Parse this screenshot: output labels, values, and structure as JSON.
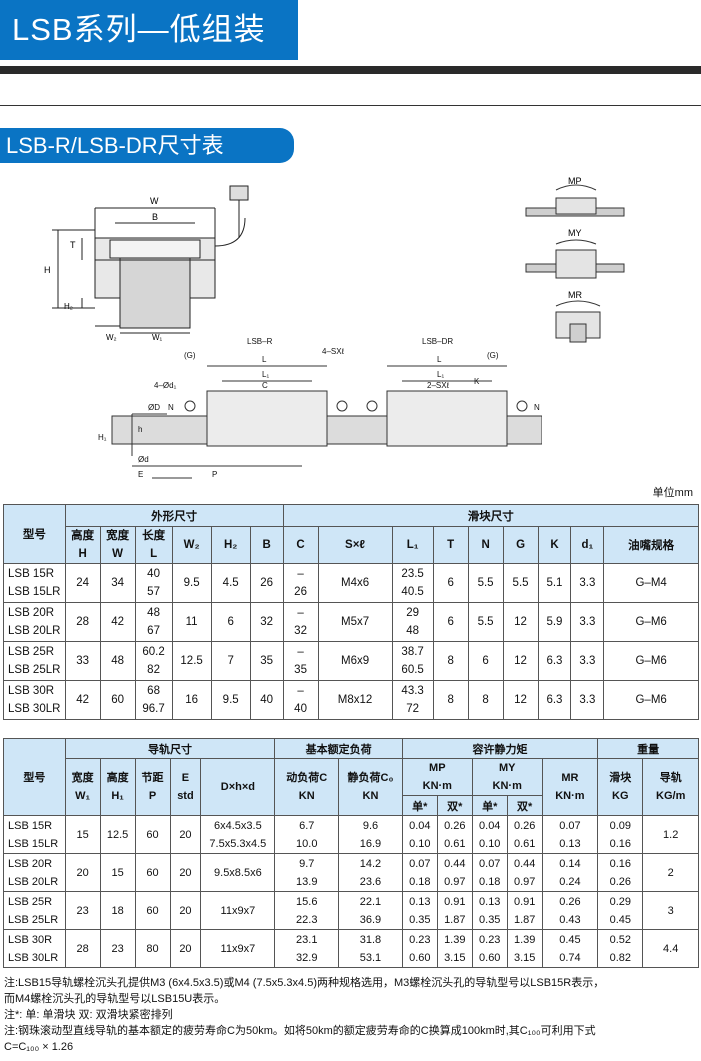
{
  "header": {
    "title": "LSB系列—低组装",
    "subtitle": "LSB-R/LSB-DR尺寸表"
  },
  "unit": "单位mm",
  "diagram": {
    "labels": {
      "W": "W",
      "B": "B",
      "T": "T",
      "H": "H",
      "H2": "H₂",
      "W2": "W₂",
      "W1": "W₁",
      "lsb_r": "LSB–R",
      "lsb_dr": "LSB–DR",
      "G1": "(G)",
      "G2": "(G)",
      "L1": "L",
      "L2": "L",
      "C": "C",
      "L1a": "L₁",
      "L1b": "L₁",
      "sx4": "4–SXℓ",
      "sx2": "2–SXℓ",
      "K": "K",
      "d1": "4–Ød₁",
      "N1": "N",
      "N2": "N",
      "D": "ØD",
      "h": "h",
      "H1": "H₁",
      "d": "Ød",
      "E": "E",
      "P": "P"
    },
    "moments": {
      "mp": "MP",
      "my": "MY",
      "mr": "MR"
    }
  },
  "table1": {
    "head": {
      "model": "型号",
      "outer": "外形尺寸",
      "block": "滑块尺寸",
      "h_height": "高度",
      "h_height2": "H",
      "h_width": "宽度",
      "h_width2": "W",
      "h_len": "长度",
      "h_len2": "L",
      "w2": "W₂",
      "h2": "H₂",
      "b": "B",
      "c": "C",
      "sxl": "S×ℓ",
      "l1": "L₁",
      "t": "T",
      "n": "N",
      "g": "G",
      "k": "K",
      "d1": "d₁",
      "grease": "油嘴规格"
    },
    "rows": [
      {
        "m1": "LSB 15R",
        "m2": "LSB 15LR",
        "h": "24",
        "w": "34",
        "l1": "40",
        "l2": "57",
        "w2": "9.5",
        "h2": "4.5",
        "b": "26",
        "c1": "–",
        "c2": "26",
        "sx": "M4x6",
        "la": "23.5",
        "lb": "40.5",
        "t": "6",
        "n": "5.5",
        "g": "5.5",
        "k": "5.1",
        "d1": "3.3",
        "gr": "G–M4"
      },
      {
        "m1": "LSB 20R",
        "m2": "LSB 20LR",
        "h": "28",
        "w": "42",
        "l1": "48",
        "l2": "67",
        "w2": "11",
        "h2": "6",
        "b": "32",
        "c1": "–",
        "c2": "32",
        "sx": "M5x7",
        "la": "29",
        "lb": "48",
        "t": "6",
        "n": "5.5",
        "g": "12",
        "k": "5.9",
        "d1": "3.3",
        "gr": "G–M6"
      },
      {
        "m1": "LSB 25R",
        "m2": "LSB 25LR",
        "h": "33",
        "w": "48",
        "l1": "60.2",
        "l2": "82",
        "w2": "12.5",
        "h2": "7",
        "b": "35",
        "c1": "–",
        "c2": "35",
        "sx": "M6x9",
        "la": "38.7",
        "lb": "60.5",
        "t": "8",
        "n": "6",
        "g": "12",
        "k": "6.3",
        "d1": "3.3",
        "gr": "G–M6"
      },
      {
        "m1": "LSB 30R",
        "m2": "LSB 30LR",
        "h": "42",
        "w": "60",
        "l1": "68",
        "l2": "96.7",
        "w2": "16",
        "h2": "9.5",
        "b": "40",
        "c1": "–",
        "c2": "40",
        "sx": "M8x12",
        "la": "43.3",
        "lb": "72",
        "t": "8",
        "n": "8",
        "g": "12",
        "k": "6.3",
        "d1": "3.3",
        "gr": "G–M6"
      }
    ]
  },
  "table2": {
    "head": {
      "model": "型号",
      "rail": "导轨尺寸",
      "load": "基本额定负荷",
      "static": "容许静力矩",
      "weight": "重量",
      "w1a": "宽度",
      "w1b": "W₁",
      "h1a": "高度",
      "h1b": "H₁",
      "pa": "节距",
      "pb": "P",
      "ea": "E",
      "eb": "std",
      "dhd": "D×h×d",
      "dyn_a": "动负荷C",
      "dyn_b": "KN",
      "sta_a": "静负荷C₀",
      "sta_b": "KN",
      "mp_a": "MP",
      "mp_b": "KN·m",
      "my_a": "MY",
      "my_b": "KN·m",
      "mr_a": "MR",
      "mr_b": "KN·m",
      "blk_a": "滑块",
      "blk_b": "KG",
      "rl_a": "导轨",
      "rl_b": "KG/m",
      "single": "单*",
      "double": "双*"
    },
    "rows": [
      {
        "m1": "LSB 15R",
        "m2": "LSB 15LR",
        "w1": "15",
        "h1": "12.5",
        "p": "60",
        "e": "20",
        "d1": "6x4.5x3.5",
        "d2": "7.5x5.3x4.5",
        "c1": "6.7",
        "c2": "10.0",
        "s1": "9.6",
        "s2": "16.9",
        "mps1": "0.04",
        "mpd1": "0.26",
        "mys1": "0.04",
        "myd1": "0.26",
        "mps2": "0.10",
        "mpd2": "0.61",
        "mys2": "0.10",
        "myd2": "0.61",
        "mr1": "0.07",
        "mr2": "0.13",
        "k1": "0.09",
        "k2": "0.16",
        "rl": "1.2"
      },
      {
        "m1": "LSB 20R",
        "m2": "LSB 20LR",
        "w1": "20",
        "h1": "15",
        "p": "60",
        "e": "20",
        "d1": "9.5x8.5x6",
        "d2": "",
        "c1": "9.7",
        "c2": "13.9",
        "s1": "14.2",
        "s2": "23.6",
        "mps1": "0.07",
        "mpd1": "0.44",
        "mys1": "0.07",
        "myd1": "0.44",
        "mps2": "0.18",
        "mpd2": "0.97",
        "mys2": "0.18",
        "myd2": "0.97",
        "mr1": "0.14",
        "mr2": "0.24",
        "k1": "0.16",
        "k2": "0.26",
        "rl": "2"
      },
      {
        "m1": "LSB 25R",
        "m2": "LSB 25LR",
        "w1": "23",
        "h1": "18",
        "p": "60",
        "e": "20",
        "d1": "11x9x7",
        "d2": "",
        "c1": "15.6",
        "c2": "22.3",
        "s1": "22.1",
        "s2": "36.9",
        "mps1": "0.13",
        "mpd1": "0.91",
        "mys1": "0.13",
        "myd1": "0.91",
        "mps2": "0.35",
        "mpd2": "1.87",
        "mys2": "0.35",
        "myd2": "1.87",
        "mr1": "0.26",
        "mr2": "0.43",
        "k1": "0.29",
        "k2": "0.45",
        "rl": "3"
      },
      {
        "m1": "LSB 30R",
        "m2": "LSB 30LR",
        "w1": "28",
        "h1": "23",
        "p": "80",
        "e": "20",
        "d1": "11x9x7",
        "d2": "",
        "c1": "23.1",
        "c2": "32.9",
        "s1": "31.8",
        "s2": "53.1",
        "mps1": "0.23",
        "mpd1": "1.39",
        "mys1": "0.23",
        "myd1": "1.39",
        "mps2": "0.60",
        "mpd2": "3.15",
        "mys2": "0.60",
        "myd2": "3.15",
        "mr1": "0.45",
        "mr2": "0.74",
        "k1": "0.52",
        "k2": "0.82",
        "rl": "4.4"
      }
    ]
  },
  "notes": [
    "注:LSB15导轨螺栓沉头孔提供M3 (6x4.5x3.5)或M4 (7.5x5.3x4.5)两种规格选用，M3螺栓沉头孔的导轨型号以LSB15R表示，",
    "而M4螺栓沉头孔的导轨型号以LSB15U表示。",
    "注*: 单: 单滑块  双: 双滑块紧密排列",
    "注:钢珠滚动型直线导轨的基本额定的疲劳寿命C为50km。如将50km的额定疲劳寿命的C换算成100km时,其C₁₀₀可利用下式",
    "C=C₁₀₀ × 1.26"
  ]
}
